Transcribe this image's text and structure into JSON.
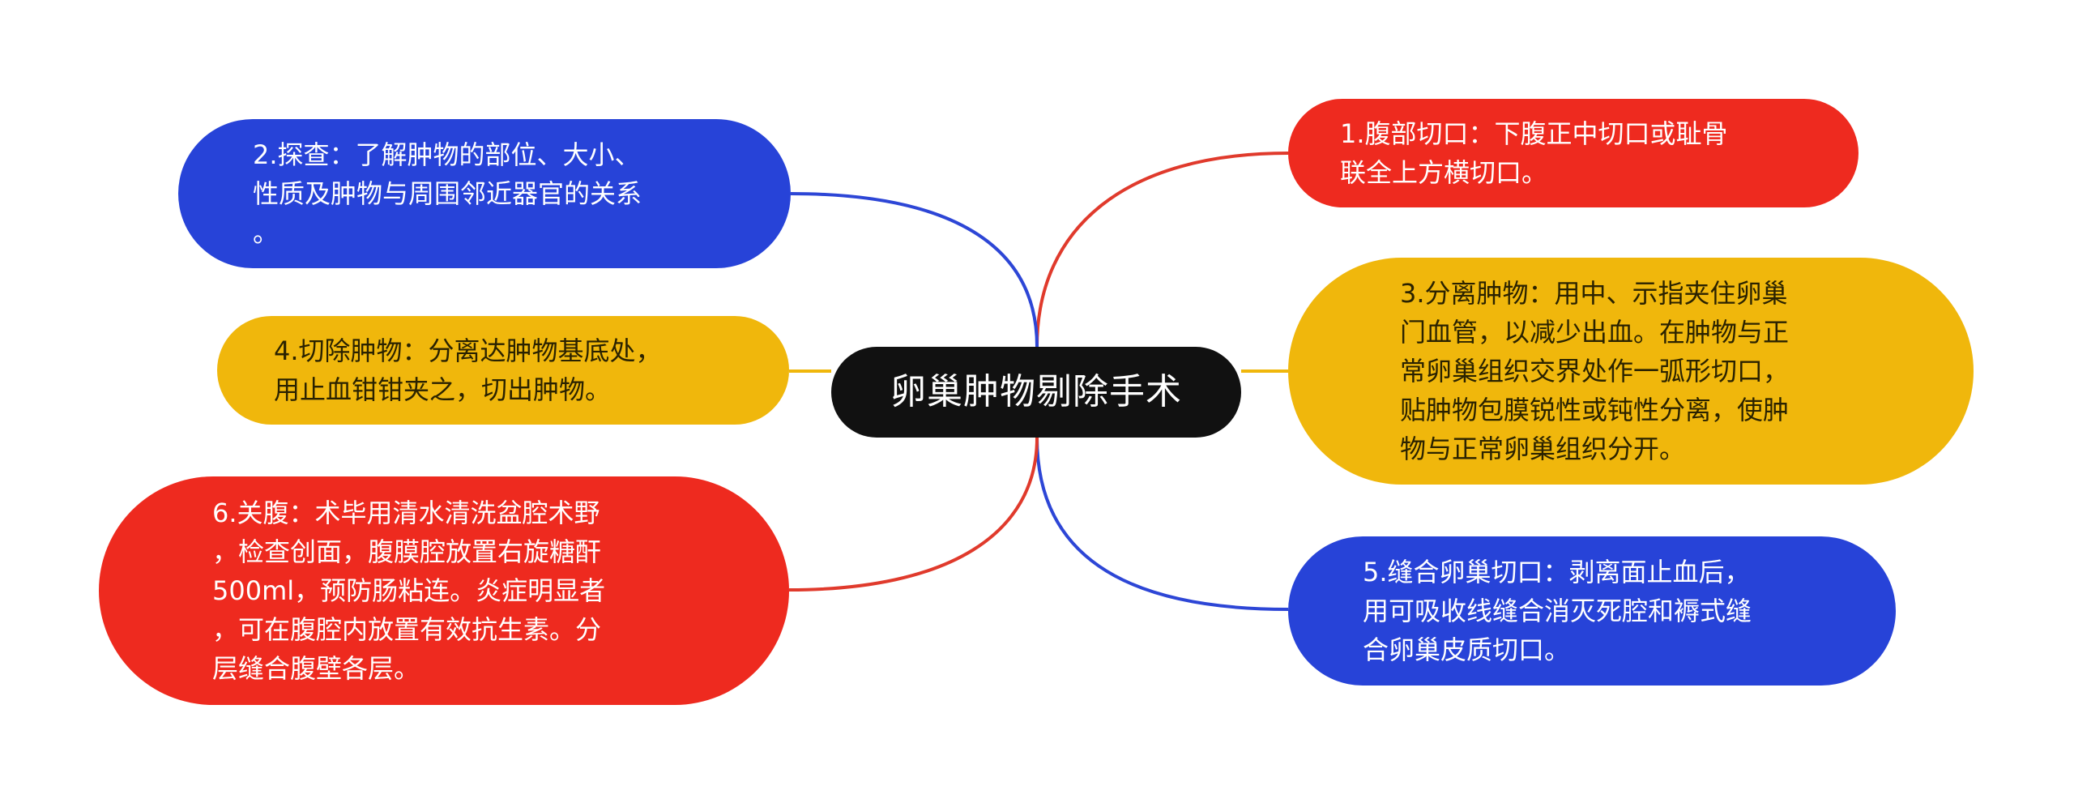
{
  "colors": {
    "background": "#ffffff",
    "center": "#111111",
    "red": "#ee2a1f",
    "blue": "#2743d8",
    "yellow": "#f0b70c"
  },
  "center": {
    "label": "卵巢肿物剔除手术"
  },
  "branches": [
    {
      "id": "n1",
      "side": "right",
      "color": "red",
      "text": "1.腹部切口：下腹正中切口或耻骨\n联全上方横切口。"
    },
    {
      "id": "n2",
      "side": "left",
      "color": "blue",
      "text": "2.探查：了解肿物的部位、大小、\n性质及肿物与周围邻近器官的关系\n。"
    },
    {
      "id": "n3",
      "side": "right",
      "color": "yellow",
      "text": "3.分离肿物：用中、示指夹住卵巢\n门血管，以减少出血。在肿物与正\n常卵巢组织交界处作一弧形切口，\n贴肿物包膜锐性或钝性分离，使肿\n物与正常卵巢组织分开。"
    },
    {
      "id": "n4",
      "side": "left",
      "color": "yellow",
      "text": "4.切除肿物：分离达肿物基底处，\n用止血钳钳夹之，切出肿物。"
    },
    {
      "id": "n5",
      "side": "right",
      "color": "blue",
      "text": "5.缝合卵巢切口：剥离面止血后，\n用可吸收线缝合消灭死腔和褥式缝\n合卵巢皮质切口。"
    },
    {
      "id": "n6",
      "side": "left",
      "color": "red",
      "text": "6.关腹：术毕用清水清洗盆腔术野\n，检查创面，腹膜腔放置右旋糖酐\n500ml，预防肠粘连。炎症明显者\n，可在腹腔内放置有效抗生素。分\n层缝合腹壁各层。"
    }
  ]
}
